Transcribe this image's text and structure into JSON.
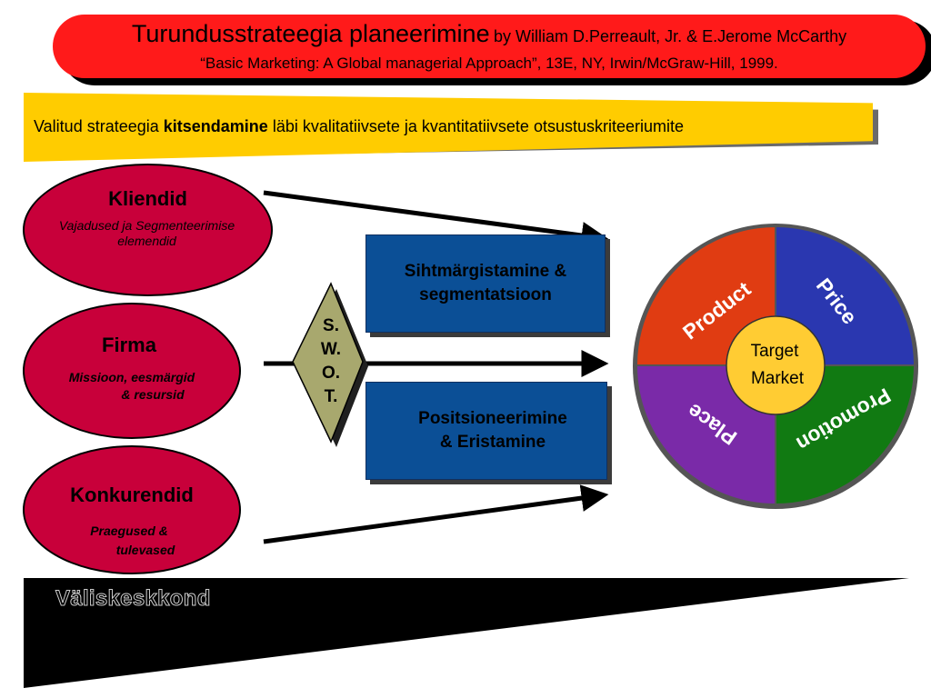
{
  "title": {
    "main": "Turundusstrateegia planeerimine",
    "by": "by William D.Perreault, Jr. & E.Jerome McCarthy",
    "citation": "“Basic Marketing: A Global managerial Approach”, 13E, NY, Irwin/McGraw-Hill, 1999."
  },
  "subtitle": {
    "before": "Valitud strateegia ",
    "bold": "kitsendamine",
    "after": " läbi kvalitatiivsete ja kvantitatiivsete otsustuskriteeriumite"
  },
  "inputs": [
    {
      "title": "Kliendid",
      "subtitle": "Vajadused ja Segmenteerimise elemendid"
    },
    {
      "title": "Firma",
      "subtitle_line1": "Missioon, eesmärgid",
      "subtitle_line2": "& resursid"
    },
    {
      "title": "Konkurendid",
      "subtitle_line1": "Praegused  &",
      "subtitle_line2": "tulevased"
    }
  ],
  "swot": {
    "lines": [
      "S.",
      "W.",
      "O.",
      "T."
    ]
  },
  "boxes": {
    "targeting": {
      "line1": "Sihtmärgistamine &",
      "line2": "segmentatsioon"
    },
    "positioning": {
      "line1": "Positsioneerimine",
      "line2": "& Eristamine"
    }
  },
  "marketing_mix": {
    "center_line1": "Target",
    "center_line2": "Market",
    "segments": [
      {
        "label": "Product",
        "color": "#e03c12"
      },
      {
        "label": "Price",
        "color": "#2a37b0"
      },
      {
        "label": "Promotion",
        "color": "#117a12"
      },
      {
        "label": "Place",
        "color": "#7a2aa8"
      }
    ],
    "center_color": "#ffcc33"
  },
  "environment": {
    "label": "Väliskeskkond"
  },
  "colors": {
    "title_bar": "#ff1a1a",
    "subtitle_bar": "#ffcc00",
    "ellipse": "#c8003a",
    "box": "#0b4f96",
    "swot": "#a8a86e"
  }
}
